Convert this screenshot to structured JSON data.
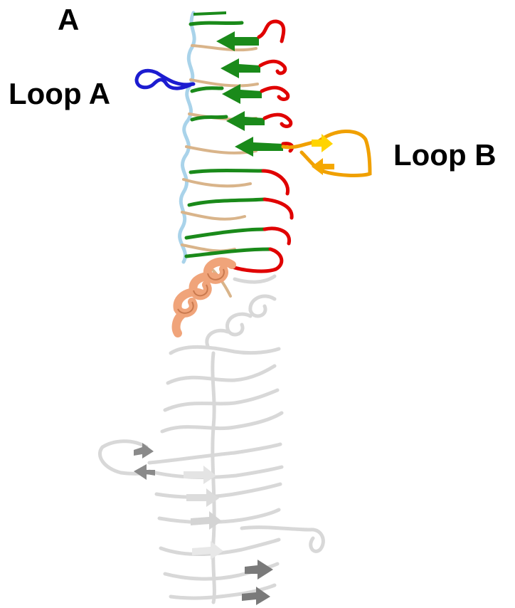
{
  "figure": {
    "panel_label": "A",
    "annotations": {
      "loop_a": "Loop A",
      "loop_b": "Loop B"
    },
    "colors": {
      "sheet_green": "#1a8a1a",
      "loop_red": "#e00000",
      "coil_tan": "#d9b48a",
      "coil_lightblue": "#a9d3ea",
      "loop_a_blue": "#1c1cd0",
      "loop_b_orange": "#f0a000",
      "loop_b_yellow": "#ffd400",
      "helix_salmon": "#f0a47a",
      "grey_domain": "#d8d8d8",
      "grey_dark": "#8a8a8a"
    }
  }
}
